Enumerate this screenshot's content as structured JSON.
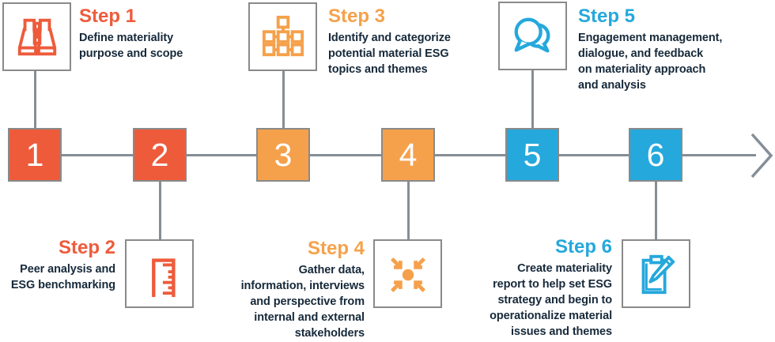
{
  "diagram": {
    "colors": {
      "red": "#EE5B3B",
      "orange": "#F5A14B",
      "blue": "#25A8DC",
      "line_gray": "#858E96",
      "box_border_gray": "#8A8A8A",
      "body_text": "#16293A"
    },
    "steps": [
      {
        "number": "1",
        "label": "Step 1",
        "body": "Define materiality\npurpose and scope",
        "color": "#EE5B3B",
        "icon": "binoculars-icon",
        "position": "top"
      },
      {
        "number": "2",
        "label": "Step 2",
        "body": "Peer analysis and\nESG benchmarking",
        "color": "#EE5B3B",
        "icon": "ruler-icon",
        "position": "bottom"
      },
      {
        "number": "3",
        "label": "Step 3",
        "body": "Identify and categorize\npotential material ESG\ntopics and themes",
        "color": "#F5A14B",
        "icon": "sitemap-icon",
        "position": "top"
      },
      {
        "number": "4",
        "label": "Step 4",
        "body": "Gather data,\ninformation, interviews\nand perspective from\ninternal and external\nstakeholders",
        "color": "#F5A14B",
        "icon": "converge-arrows-icon",
        "position": "bottom"
      },
      {
        "number": "5",
        "label": "Step 5",
        "body": "Engagement management,\ndialogue, and feedback\non materiality approach\nand analysis",
        "color": "#25A8DC",
        "icon": "chat-bubbles-icon",
        "position": "top"
      },
      {
        "number": "6",
        "label": "Step 6",
        "body": "Create materiality\nreport to help set ESG\nstrategy and begin to\noperationalize material\nissues and themes",
        "color": "#25A8DC",
        "icon": "clipboard-pencil-icon",
        "position": "bottom"
      }
    ]
  }
}
